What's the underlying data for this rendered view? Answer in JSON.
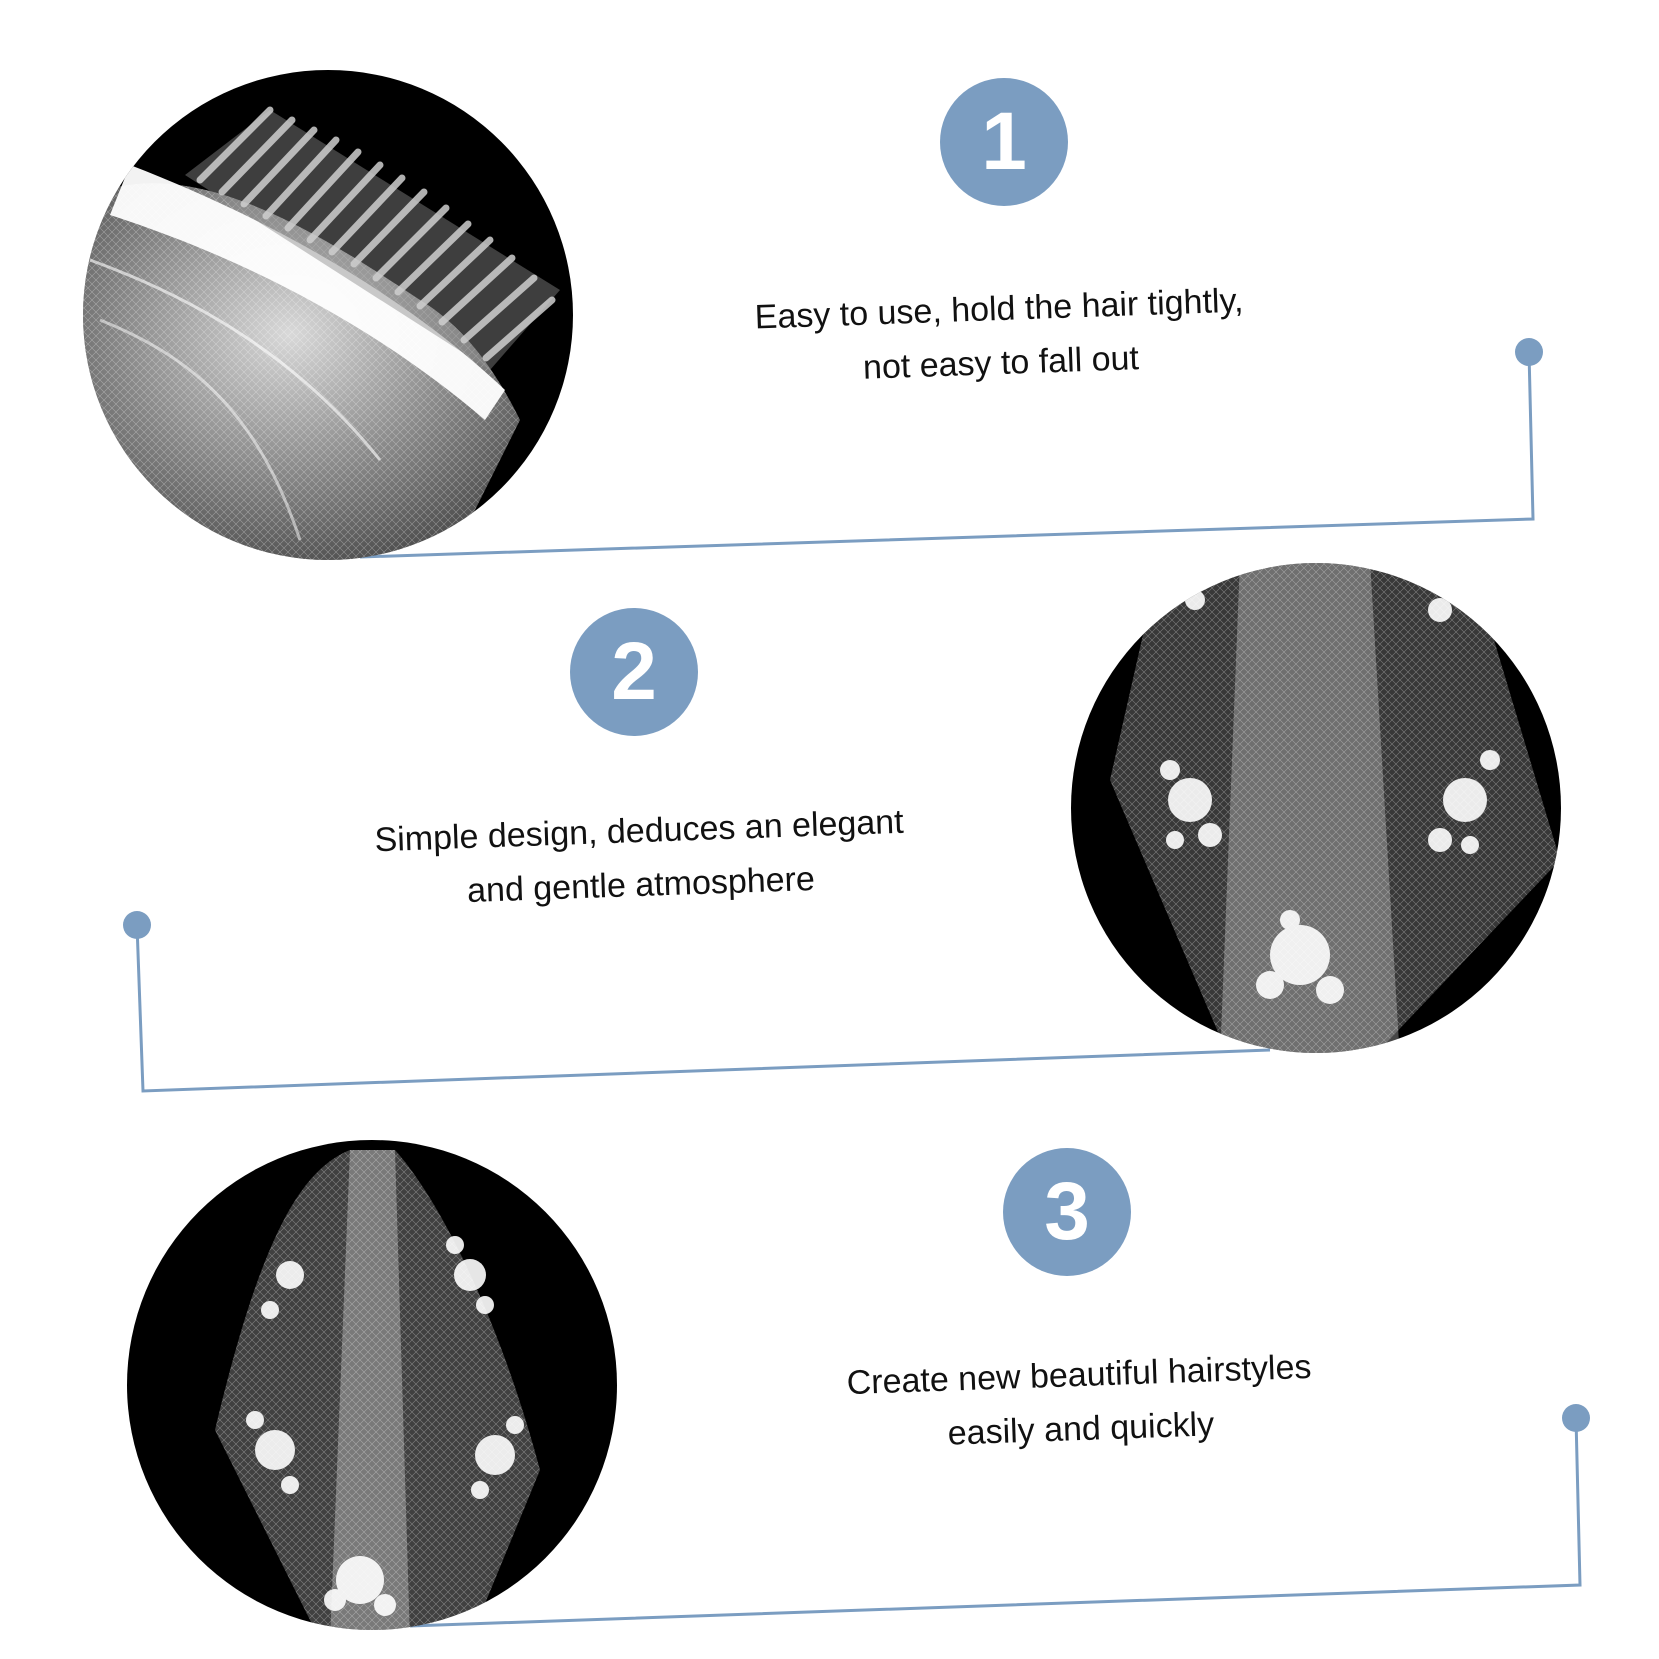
{
  "features": [
    {
      "number": "1",
      "line1": "Easy to use, hold the hair tightly,",
      "line2": "not easy to fall out",
      "photo": "veil-comb-closeup"
    },
    {
      "number": "2",
      "line1": "Simple design, deduces an elegant",
      "line2": "and gentle atmosphere",
      "photo": "lace-veil-detail"
    },
    {
      "number": "3",
      "line1": "Create new beautiful hairstyles",
      "line2": "easily and quickly",
      "photo": "full-lace-veil"
    }
  ],
  "colors": {
    "accent": "#7b9dc1",
    "photo_bg": "#000000",
    "tulle": "#f2f2f2",
    "text": "#111111"
  }
}
